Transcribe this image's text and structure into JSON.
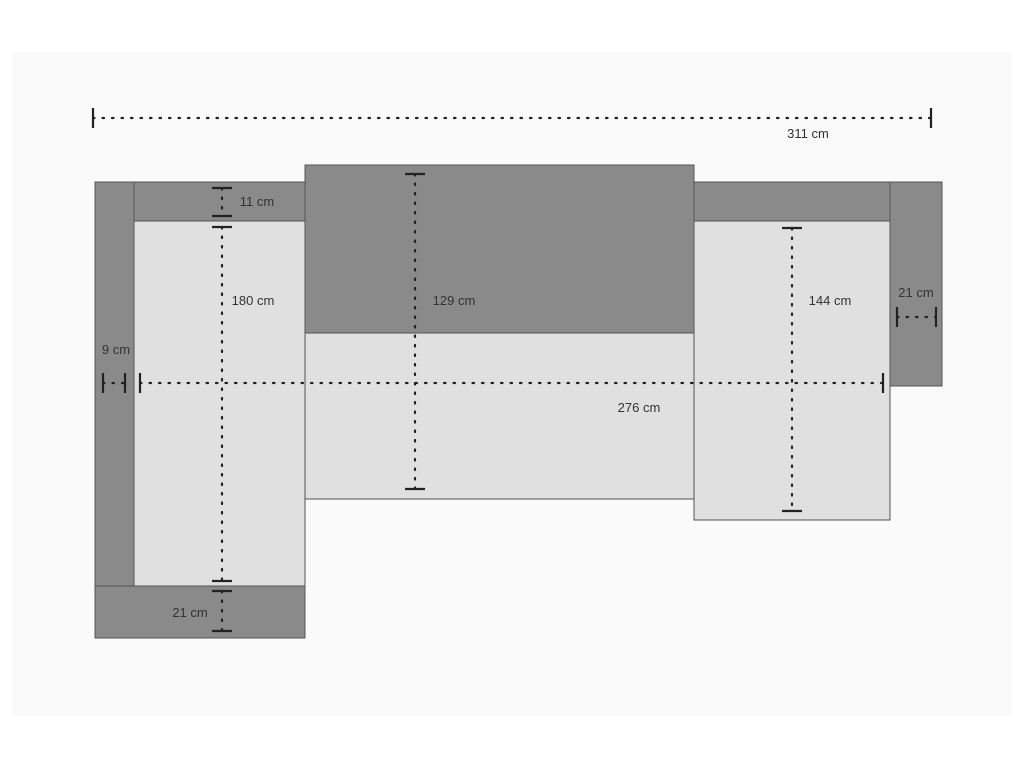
{
  "diagram": {
    "colors": {
      "background_panel": "#fafafa",
      "dark_part": "#8a8a8a",
      "light_part": "#e0e0e0",
      "part_stroke": "#555555",
      "dimension_line": "#222222"
    },
    "dimensions": {
      "total_width": "311 cm",
      "arm_depth_top": "11 cm",
      "left_chaise_length": "180 cm",
      "backrest_depth": "129 cm",
      "right_seat_depth": "144 cm",
      "right_arm_width": "21 cm",
      "left_arm_width": "9 cm",
      "inner_width": "276 cm",
      "bottom_arm_depth": "21 cm"
    }
  }
}
